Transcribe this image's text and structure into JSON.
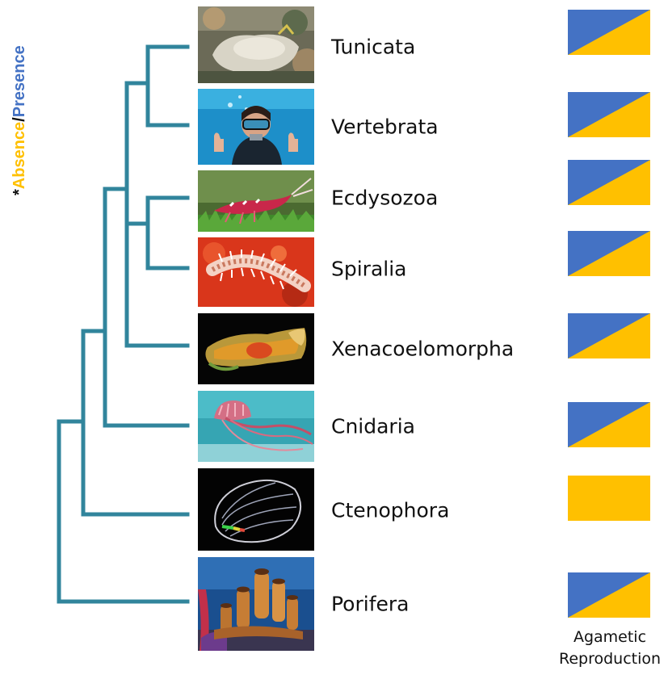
{
  "legend": {
    "asterisk": "*",
    "absence": "Absence",
    "separator": "/",
    "presence": "Presence"
  },
  "colors": {
    "absence": "#ffc000",
    "presence": "#4472c4",
    "tree": "#31859c",
    "text": "#111111"
  },
  "taxa": [
    {
      "name": "Tunicata",
      "photo": "sea-squirt-photo",
      "trait": "mixed"
    },
    {
      "name": "Vertebrata",
      "photo": "scuba-diver-photo",
      "trait": "mixed"
    },
    {
      "name": "Ecdysozoa",
      "photo": "shrimp-photo",
      "trait": "mixed"
    },
    {
      "name": "Spiralia",
      "photo": "bristle-worm-photo",
      "trait": "mixed"
    },
    {
      "name": "Xenacoelomorpha",
      "photo": "xenoturbella-photo",
      "trait": "mixed"
    },
    {
      "name": "Cnidaria",
      "photo": "jellyfish-photo",
      "trait": "mixed"
    },
    {
      "name": "Ctenophora",
      "photo": "comb-jelly-photo",
      "trait": "absence"
    },
    {
      "name": "Porifera",
      "photo": "sponge-photo",
      "trait": "mixed"
    }
  ],
  "trait": {
    "label_line1": "Agametic",
    "label_line2": "Reproduction"
  }
}
